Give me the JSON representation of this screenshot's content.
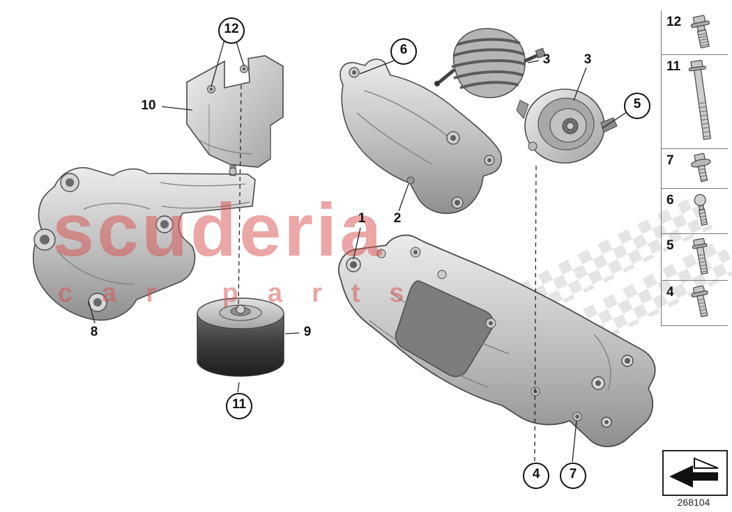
{
  "watermark": {
    "line1": "scuderia",
    "line2": "car parts"
  },
  "callouts": {
    "c1": {
      "label": "1"
    },
    "c2": {
      "label": "2"
    },
    "c3a": {
      "label": "3"
    },
    "c3b": {
      "label": "3"
    },
    "c4": {
      "label": "4"
    },
    "c5": {
      "label": "5"
    },
    "c6": {
      "label": "6"
    },
    "c7": {
      "label": "7"
    },
    "c8": {
      "label": "8"
    },
    "c9": {
      "label": "9"
    },
    "c10": {
      "label": "10"
    },
    "c11": {
      "label": "11"
    },
    "c12": {
      "label": "12"
    }
  },
  "legend": {
    "items": [
      {
        "number": "12",
        "icon": "flange-hex-bolt"
      },
      {
        "number": "11",
        "icon": "long-hex-bolt"
      },
      {
        "number": "7",
        "icon": "hex-washer-screw"
      },
      {
        "number": "6",
        "icon": "ball-head-screw"
      },
      {
        "number": "5",
        "icon": "hex-flange-bolt"
      },
      {
        "number": "4",
        "icon": "flange-screw"
      }
    ]
  },
  "footer": {
    "doc_number": "268104"
  },
  "colors": {
    "watermark": "#d84f4f",
    "leader_line": "#222222",
    "part_stroke": "#4a4a4a"
  }
}
